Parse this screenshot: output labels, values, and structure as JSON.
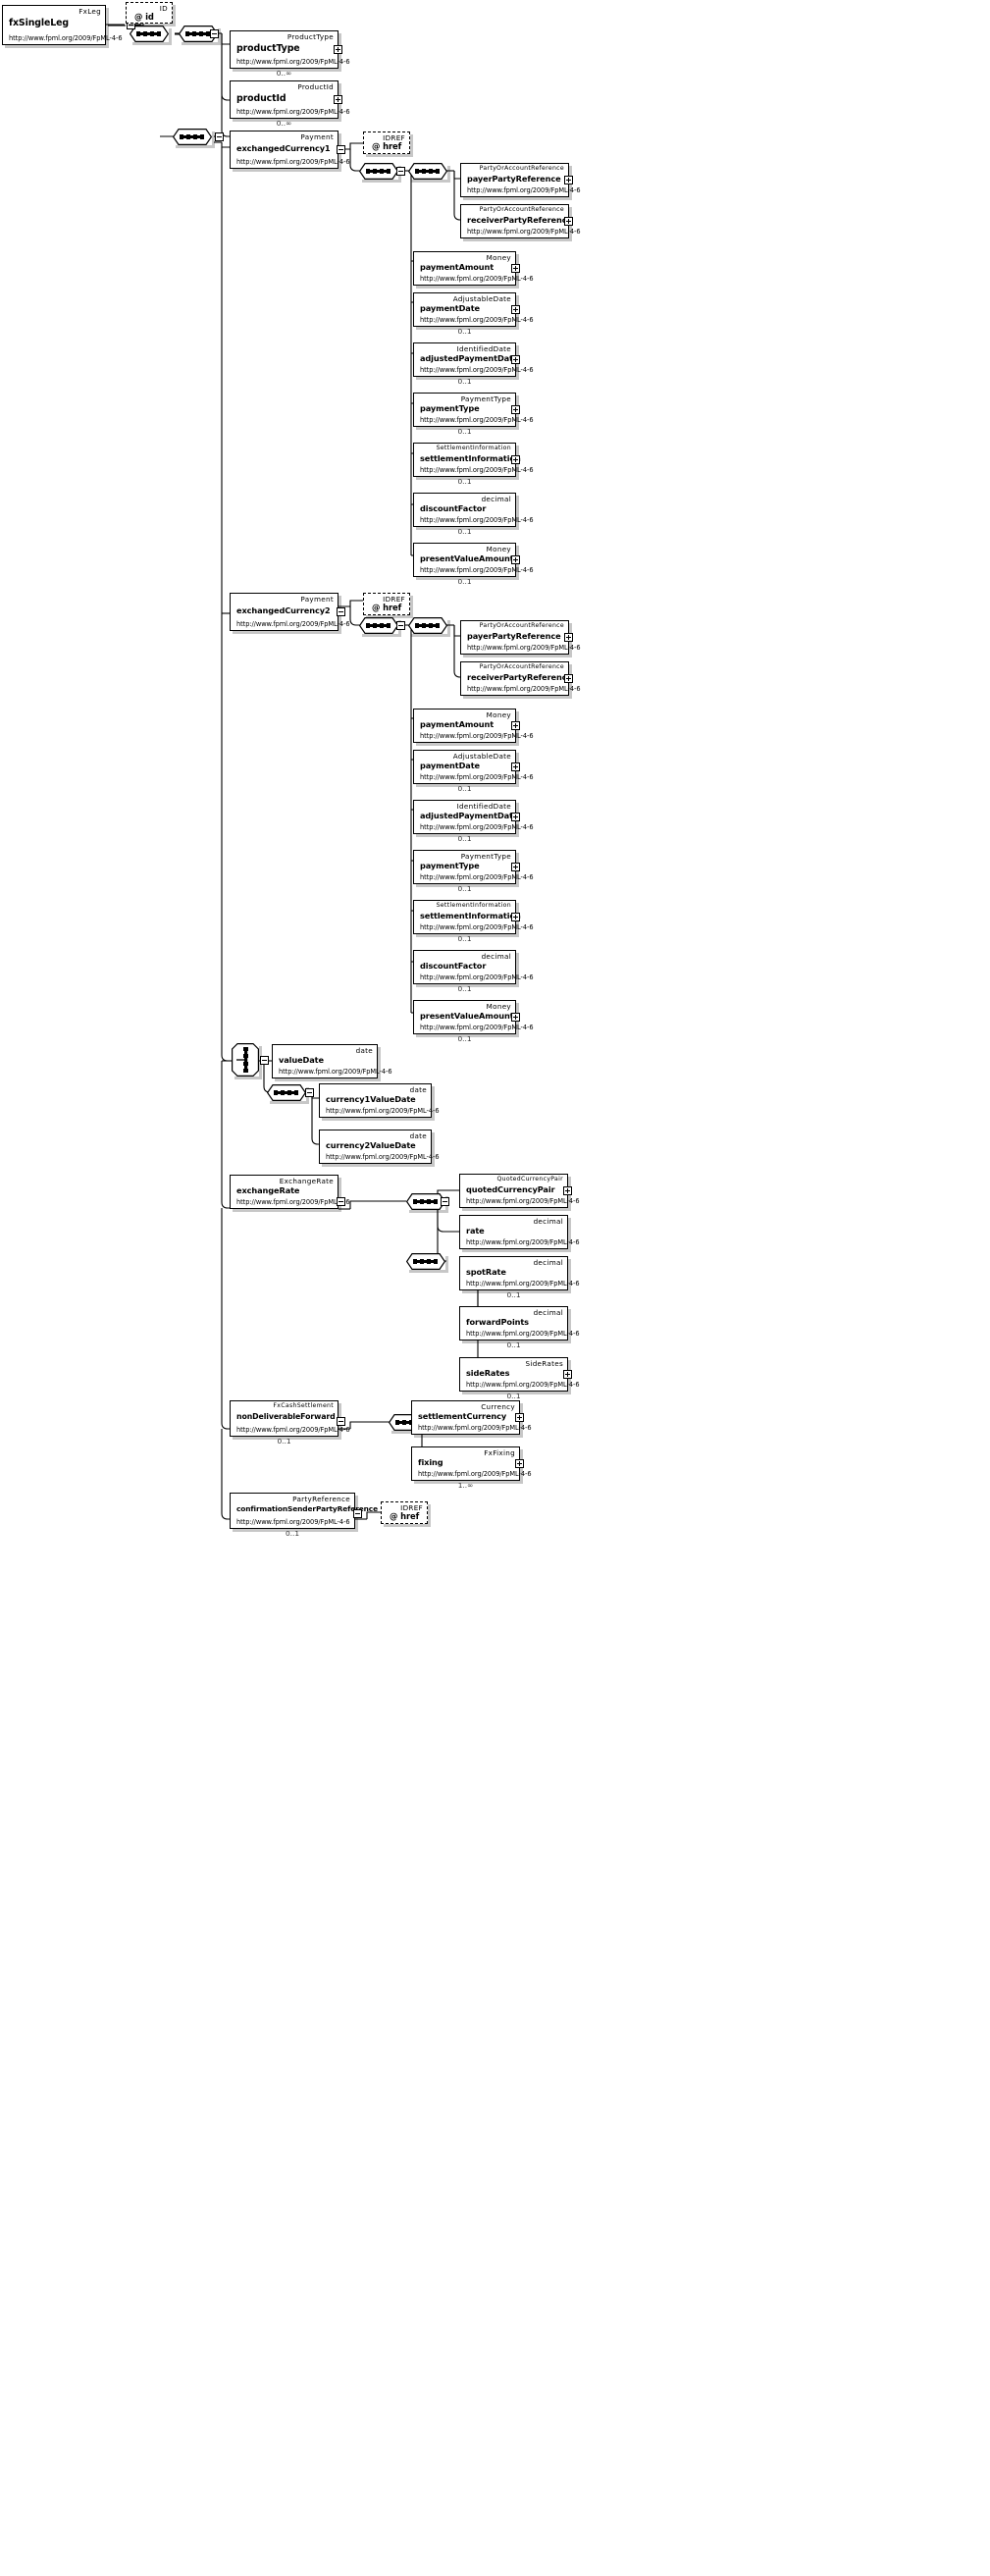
{
  "diagram": {
    "title": "fxSingleLeg",
    "namespace": "http://www.fpml.org/2009/FpML-4-6",
    "root_type": "FxLeg",
    "style": "xsd-schema-diagram"
  },
  "icons": {
    "sequence": "sequence-compositor-icon",
    "choice": "choice-compositor-icon",
    "expand": "expand-toggle-icon",
    "collapse": "collapse-toggle-icon"
  },
  "nodes": {
    "root": {
      "name": "fxSingleLeg",
      "type": "FxLeg",
      "ns": "http://www.fpml.org/2009/FpML-4-6",
      "occ": ""
    },
    "id_attr": {
      "name": "@ id",
      "type": "ID",
      "ns": "",
      "occ": ""
    },
    "productType": {
      "name": "productType",
      "type": "ProductType",
      "ns": "http://www.fpml.org/2009/FpML-4-6",
      "occ": "0..∞"
    },
    "productId": {
      "name": "productId",
      "type": "ProductId",
      "ns": "http://www.fpml.org/2009/FpML-4-6",
      "occ": "0..∞"
    },
    "exchangedCurrency1": {
      "name": "exchangedCurrency1",
      "type": "Payment",
      "ns": "http://www.fpml.org/2009/FpML-4-6",
      "occ": ""
    },
    "href1": {
      "name": "@ href",
      "type": "IDREF",
      "ns": "",
      "occ": ""
    },
    "payer1": {
      "name": "payerPartyReference",
      "type": "PartyOrAccountReference",
      "ns": "http://www.fpml.org/2009/FpML-4-6",
      "occ": ""
    },
    "receiver1": {
      "name": "receiverPartyReference",
      "type": "PartyOrAccountReference",
      "ns": "http://www.fpml.org/2009/FpML-4-6",
      "occ": ""
    },
    "paymentAmount1": {
      "name": "paymentAmount",
      "type": "Money",
      "ns": "http://www.fpml.org/2009/FpML-4-6",
      "occ": ""
    },
    "paymentDate1": {
      "name": "paymentDate",
      "type": "AdjustableDate",
      "ns": "http://www.fpml.org/2009/FpML-4-6",
      "occ": "0..1"
    },
    "adjustedPaymentDate1": {
      "name": "adjustedPaymentDate",
      "type": "IdentifiedDate",
      "ns": "http://www.fpml.org/2009/FpML-4-6",
      "occ": "0..1"
    },
    "paymentType1": {
      "name": "paymentType",
      "type": "PaymentType",
      "ns": "http://www.fpml.org/2009/FpML-4-6",
      "occ": "0..1"
    },
    "settlementInformation1": {
      "name": "settlementInformation",
      "type": "SettlementInformation",
      "ns": "http://www.fpml.org/2009/FpML-4-6",
      "occ": "0..1"
    },
    "discountFactor1": {
      "name": "discountFactor",
      "type": "decimal",
      "ns": "http://www.fpml.org/2009/FpML-4-6",
      "occ": "0..1"
    },
    "presentValueAmount1": {
      "name": "presentValueAmount",
      "type": "Money",
      "ns": "http://www.fpml.org/2009/FpML-4-6",
      "occ": "0..1"
    },
    "exchangedCurrency2": {
      "name": "exchangedCurrency2",
      "type": "Payment",
      "ns": "http://www.fpml.org/2009/FpML-4-6",
      "occ": ""
    },
    "href2": {
      "name": "@ href",
      "type": "IDREF",
      "ns": "",
      "occ": ""
    },
    "payer2": {
      "name": "payerPartyReference",
      "type": "PartyOrAccountReference",
      "ns": "http://www.fpml.org/2009/FpML-4-6",
      "occ": ""
    },
    "receiver2": {
      "name": "receiverPartyReference",
      "type": "PartyOrAccountReference",
      "ns": "http://www.fpml.org/2009/FpML-4-6",
      "occ": ""
    },
    "paymentAmount2": {
      "name": "paymentAmount",
      "type": "Money",
      "ns": "http://www.fpml.org/2009/FpML-4-6",
      "occ": ""
    },
    "paymentDate2": {
      "name": "paymentDate",
      "type": "AdjustableDate",
      "ns": "http://www.fpml.org/2009/FpML-4-6",
      "occ": "0..1"
    },
    "adjustedPaymentDate2": {
      "name": "adjustedPaymentDate",
      "type": "IdentifiedDate",
      "ns": "http://www.fpml.org/2009/FpML-4-6",
      "occ": "0..1"
    },
    "paymentType2": {
      "name": "paymentType",
      "type": "PaymentType",
      "ns": "http://www.fpml.org/2009/FpML-4-6",
      "occ": "0..1"
    },
    "settlementInformation2": {
      "name": "settlementInformation",
      "type": "SettlementInformation",
      "ns": "http://www.fpml.org/2009/FpML-4-6",
      "occ": "0..1"
    },
    "discountFactor2": {
      "name": "discountFactor",
      "type": "decimal",
      "ns": "http://www.fpml.org/2009/FpML-4-6",
      "occ": "0..1"
    },
    "presentValueAmount2": {
      "name": "presentValueAmount",
      "type": "Money",
      "ns": "http://www.fpml.org/2009/FpML-4-6",
      "occ": "0..1"
    },
    "valueDate": {
      "name": "valueDate",
      "type": "date",
      "ns": "http://www.fpml.org/2009/FpML-4-6",
      "occ": ""
    },
    "currency1ValueDate": {
      "name": "currency1ValueDate",
      "type": "date",
      "ns": "http://www.fpml.org/2009/FpML-4-6",
      "occ": ""
    },
    "currency2ValueDate": {
      "name": "currency2ValueDate",
      "type": "date",
      "ns": "http://www.fpml.org/2009/FpML-4-6",
      "occ": ""
    },
    "exchangeRate": {
      "name": "exchangeRate",
      "type": "ExchangeRate",
      "ns": "http://www.fpml.org/2009/FpML-4-6",
      "occ": ""
    },
    "quotedCurrencyPair": {
      "name": "quotedCurrencyPair",
      "type": "QuotedCurrencyPair",
      "ns": "http://www.fpml.org/2009/FpML-4-6",
      "occ": ""
    },
    "rate": {
      "name": "rate",
      "type": "decimal",
      "ns": "http://www.fpml.org/2009/FpML-4-6",
      "occ": ""
    },
    "spotRate": {
      "name": "spotRate",
      "type": "decimal",
      "ns": "http://www.fpml.org/2009/FpML-4-6",
      "occ": "0..1"
    },
    "forwardPoints": {
      "name": "forwardPoints",
      "type": "decimal",
      "ns": "http://www.fpml.org/2009/FpML-4-6",
      "occ": "0..1"
    },
    "sideRates": {
      "name": "sideRates",
      "type": "SideRates",
      "ns": "http://www.fpml.org/2009/FpML-4-6",
      "occ": "0..1"
    },
    "nonDeliverableForward": {
      "name": "nonDeliverableForward",
      "type": "FxCashSettlement",
      "ns": "http://www.fpml.org/2009/FpML-4-6",
      "occ": "0..1"
    },
    "settlementCurrency": {
      "name": "settlementCurrency",
      "type": "Currency",
      "ns": "http://www.fpml.org/2009/FpML-4-6",
      "occ": ""
    },
    "fixing": {
      "name": "fixing",
      "type": "FxFixing",
      "ns": "http://www.fpml.org/2009/FpML-4-6",
      "occ": "1..∞"
    },
    "confirmationSenderPartyReference": {
      "name": "confirmationSenderPartyReference",
      "type": "PartyReference",
      "ns": "http://www.fpml.org/2009/FpML-4-6",
      "occ": "0..1"
    },
    "href3": {
      "name": "@ href",
      "type": "IDREF",
      "ns": "",
      "occ": ""
    }
  }
}
